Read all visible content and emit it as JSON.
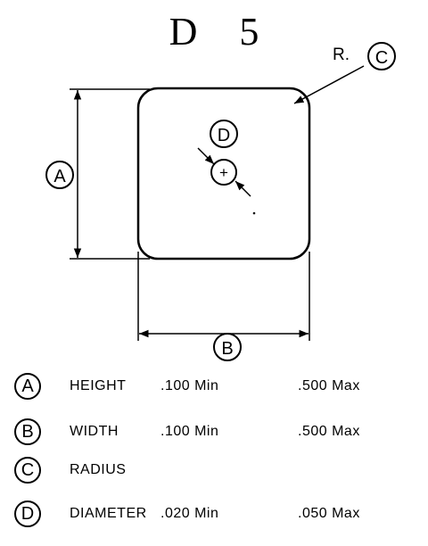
{
  "title": "D 5",
  "callouts": {
    "a": "A",
    "b": "B",
    "c": "C",
    "d": "D",
    "radius_prefix": "R.",
    "center_mark": "+"
  },
  "table": [
    {
      "letter": "A",
      "name": "HEIGHT",
      "min": ".100 Min",
      "max": ".500 Max"
    },
    {
      "letter": "B",
      "name": "WIDTH",
      "min": ".100 Min",
      "max": ".500 Max"
    },
    {
      "letter": "C",
      "name": "RADIUS",
      "min": "",
      "max": ""
    },
    {
      "letter": "D",
      "name": "DIAMETER",
      "min": ".020 Min",
      "max": ".050 Max"
    }
  ]
}
